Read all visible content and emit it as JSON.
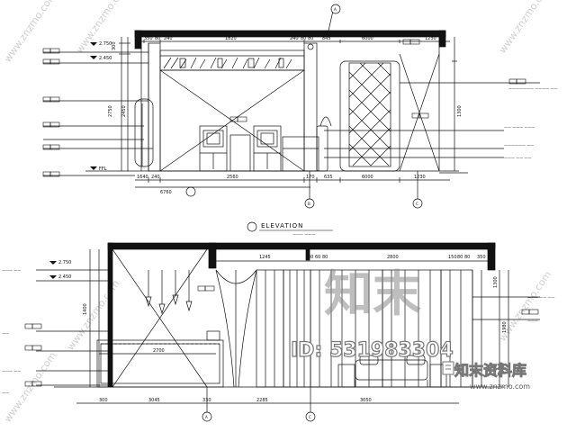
{
  "elevation_upper": {
    "top_dims": [
      "350",
      "80",
      "240",
      "1820",
      "240",
      "80",
      "80",
      "845",
      "6000",
      "1230"
    ],
    "bottom_dims": [
      "1640",
      "240",
      "2560",
      "170",
      "635",
      "6000",
      "1230"
    ],
    "total_dim": "6760",
    "level_marks": [
      "2.750",
      "2.450",
      "FFL"
    ],
    "height_dims": [
      "300",
      "2750",
      "2450",
      "1300"
    ],
    "right_notes": [
      "——————— ———— ——",
      "—— ——— ———",
      "—————— ——",
      "——— —— ——"
    ],
    "axis_markers": [
      "A",
      "B",
      "C"
    ]
  },
  "section_title": "ELEVATION",
  "section_subtitle": "——— ———",
  "elevation_lower": {
    "top_dims": [
      "1245",
      "80",
      "60",
      "80",
      "2800",
      "150",
      "80",
      "80",
      "350"
    ],
    "bottom_dims": [
      "300",
      "3045",
      "330",
      "2285",
      "3050"
    ],
    "inner_dim": "2700",
    "level_marks": [
      "2.750",
      "2.450"
    ],
    "height_dims": [
      "1400",
      "1980",
      "1300"
    ],
    "left_notes": [
      "——— ——",
      "——",
      "——— ——",
      "——"
    ],
    "right_notes": [
      "——— —— ——",
      "———"
    ],
    "axis_markers": [
      "A",
      "C"
    ]
  },
  "watermarks": {
    "brand_cn": "知末",
    "id_text": "ID: 531983304",
    "site_cn": "知末资料库",
    "url": "www.znzmo.com",
    "diagonal": "www.znzmo.com"
  }
}
